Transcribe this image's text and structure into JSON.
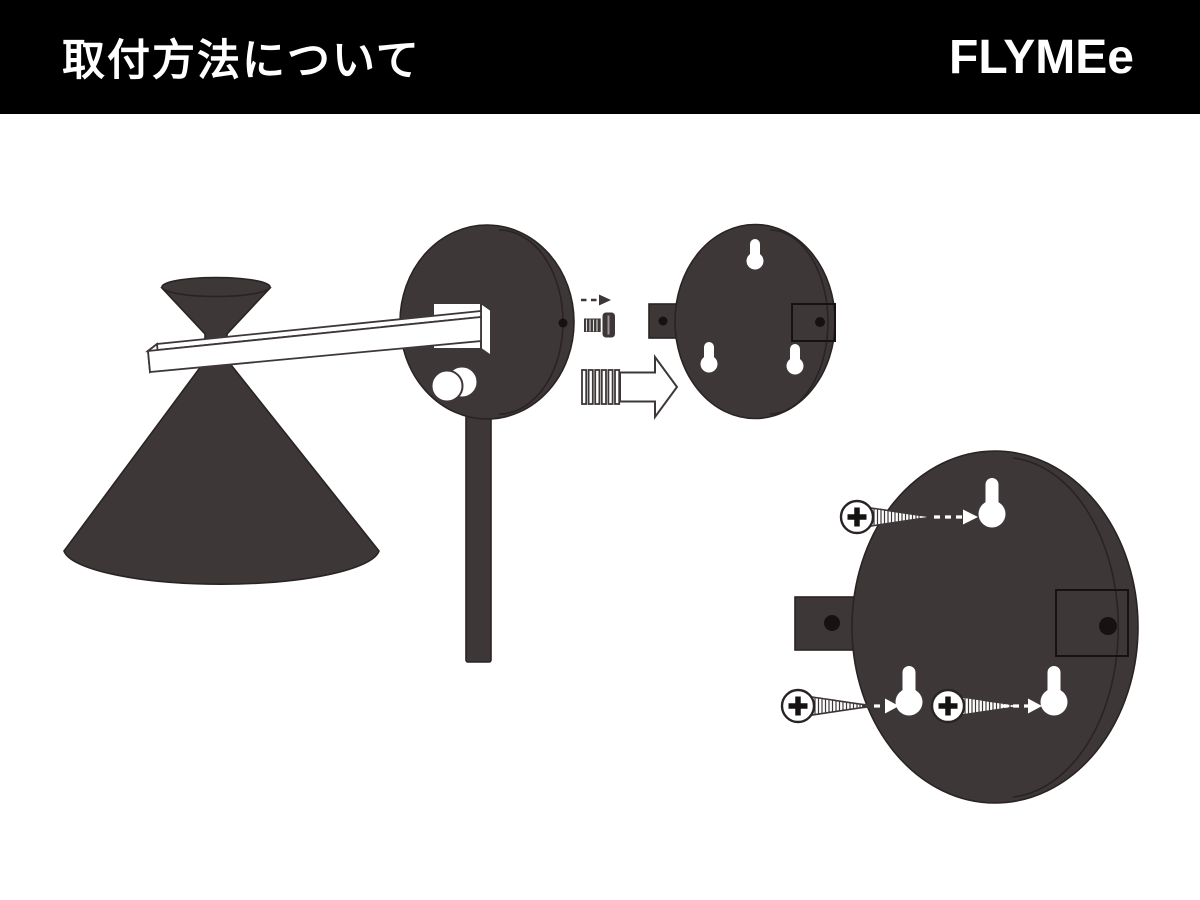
{
  "header": {
    "title": "取付方法について",
    "logo": "FLYMEe"
  },
  "colors": {
    "headerBg": "#000000",
    "headerFg": "#ffffff",
    "paper": "#ffffff",
    "ink": "#3e3738",
    "outline": "#2a2324",
    "hole": "#171212"
  },
  "diagram": {
    "parts": [
      "wall-lamp-side-view",
      "shade-cone",
      "mounting-arm",
      "canopy",
      "power-cord",
      "set-screw",
      "attach-direction-arrow",
      "wall-bracket-rear-view",
      "wall-bracket-enlarged-view",
      "keyhole-slots",
      "phillips-screws"
    ]
  }
}
